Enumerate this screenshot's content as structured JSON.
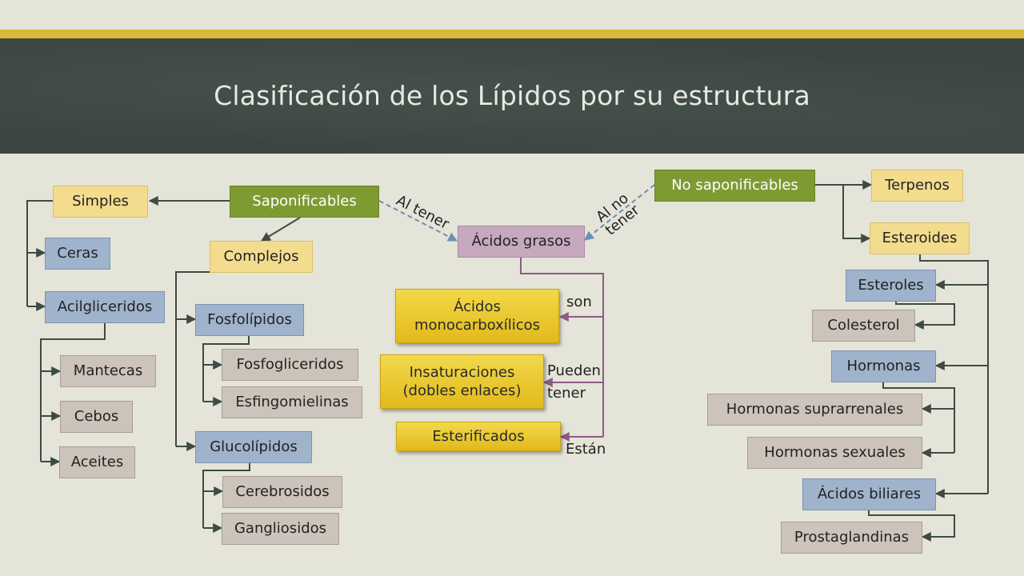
{
  "title": "Clasificación de los Lípidos por su estructura",
  "nodes": {
    "saponificables": "Saponificables",
    "simples": "Simples",
    "ceras": "Ceras",
    "acilgliceridos": "Acilgliceridos",
    "mantecas": "Mantecas",
    "cebos": "Cebos",
    "aceites": "Aceites",
    "complejos": "Complejos",
    "fosfolipidos": "Fosfolípidos",
    "fosfogliceridos": "Fosfogliceridos",
    "esfingomielinas": "Esfingomielinas",
    "glucolipidos": "Glucolípidos",
    "cerebrosidos": "Cerebrosidos",
    "gangliosidos": "Gangliosidos",
    "acidos_grasos": "Ácidos grasos",
    "monocarboxilicos": "Ácidos monocarboxílicos",
    "insaturaciones": "Insaturaciones (dobles enlaces)",
    "esterificados": "Esterificados",
    "no_saponificables": "No saponificables",
    "terpenos": "Terpenos",
    "esteroides": "Esteroides",
    "esteroles": "Esteroles",
    "colesterol": "Colesterol",
    "hormonas": "Hormonas",
    "hormonas_suprarrenales": "Hormonas suprarrenales",
    "hormonas_sexuales": "Hormonas sexuales",
    "acidos_biliares": "Ácidos biliares",
    "prostaglandinas": "Prostaglandinas"
  },
  "edge_labels": {
    "al_tener": "Al tener",
    "al_no_tener": "Al no tener",
    "son": "son",
    "pueden_tener": "Pueden tener",
    "estan": "Están"
  },
  "colors": {
    "title_band": "#3b4642",
    "accent_bar": "#d8b93a",
    "green_node": "#7e9b33",
    "cream_node": "#f4dc8e",
    "blue_node": "#9fb4cc",
    "gray_node": "#ccc4bb",
    "purple_node": "#c7a9bf",
    "gold_node": "#e9c730",
    "dashed_connector": "#6b8fb5",
    "purple_connector": "#8f5a86"
  }
}
